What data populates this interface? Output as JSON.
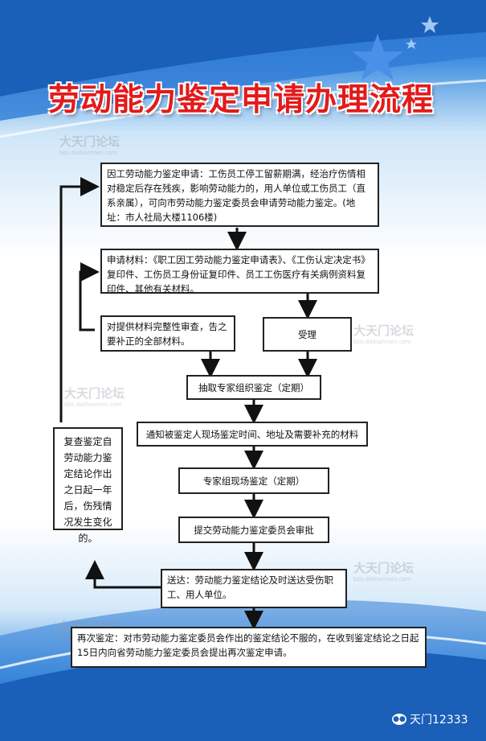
{
  "title": "劳动能力鉴定申请办理流程",
  "watermark": {
    "text": "大天门论坛",
    "sub": "bbs.daitianmen.com"
  },
  "steps": {
    "apply": "因工劳动能力鉴定申请：工伤员工停工留薪期满，经治疗伤情相对稳定后存在残疾，影响劳动能力的，用人单位或工伤员工（直系亲属），可向市劳动能力鉴定委员会申请劳动能力鉴定。(地址：市人社局大楼1106楼)",
    "materials": "申请材料：《职工因工劳动能力鉴定申请表》、《工伤认定决定书》复印件、工伤员工身份证复印件、员工工伤医疗有关病例资料复印件、其他有关材料。",
    "incomplete": "对提供材料完整性审查，告之要补正的全部材料。",
    "accept": "受理",
    "expert_extract": "抽取专家组织鉴定（定期）",
    "notify": "通知被鉴定人现场鉴定时间、地址及需要补充的材料",
    "onsite": "专家组现场鉴定（定期）",
    "submit": "提交劳动能力鉴定委员会审批",
    "deliver": "送达：劳动能力鉴定结论及时送达受伤职工、用人单位。",
    "reappraise": "再次鉴定：对市劳动能力鉴定委员会作出的鉴定结论不服的，在收到鉴定结论之日起15日内向省劳动能力鉴定委员会提出再次鉴定申请。",
    "review": "复查鉴定自劳动能力鉴定结论作出之日起一年后，伤残情况发生变化的。"
  },
  "footer": {
    "logo_icon": "wechat-icon",
    "account": "天门12333"
  },
  "colors": {
    "title": "#e31a1a",
    "bg_blue": "#1a5fb8",
    "star": "#4a8fe8"
  }
}
